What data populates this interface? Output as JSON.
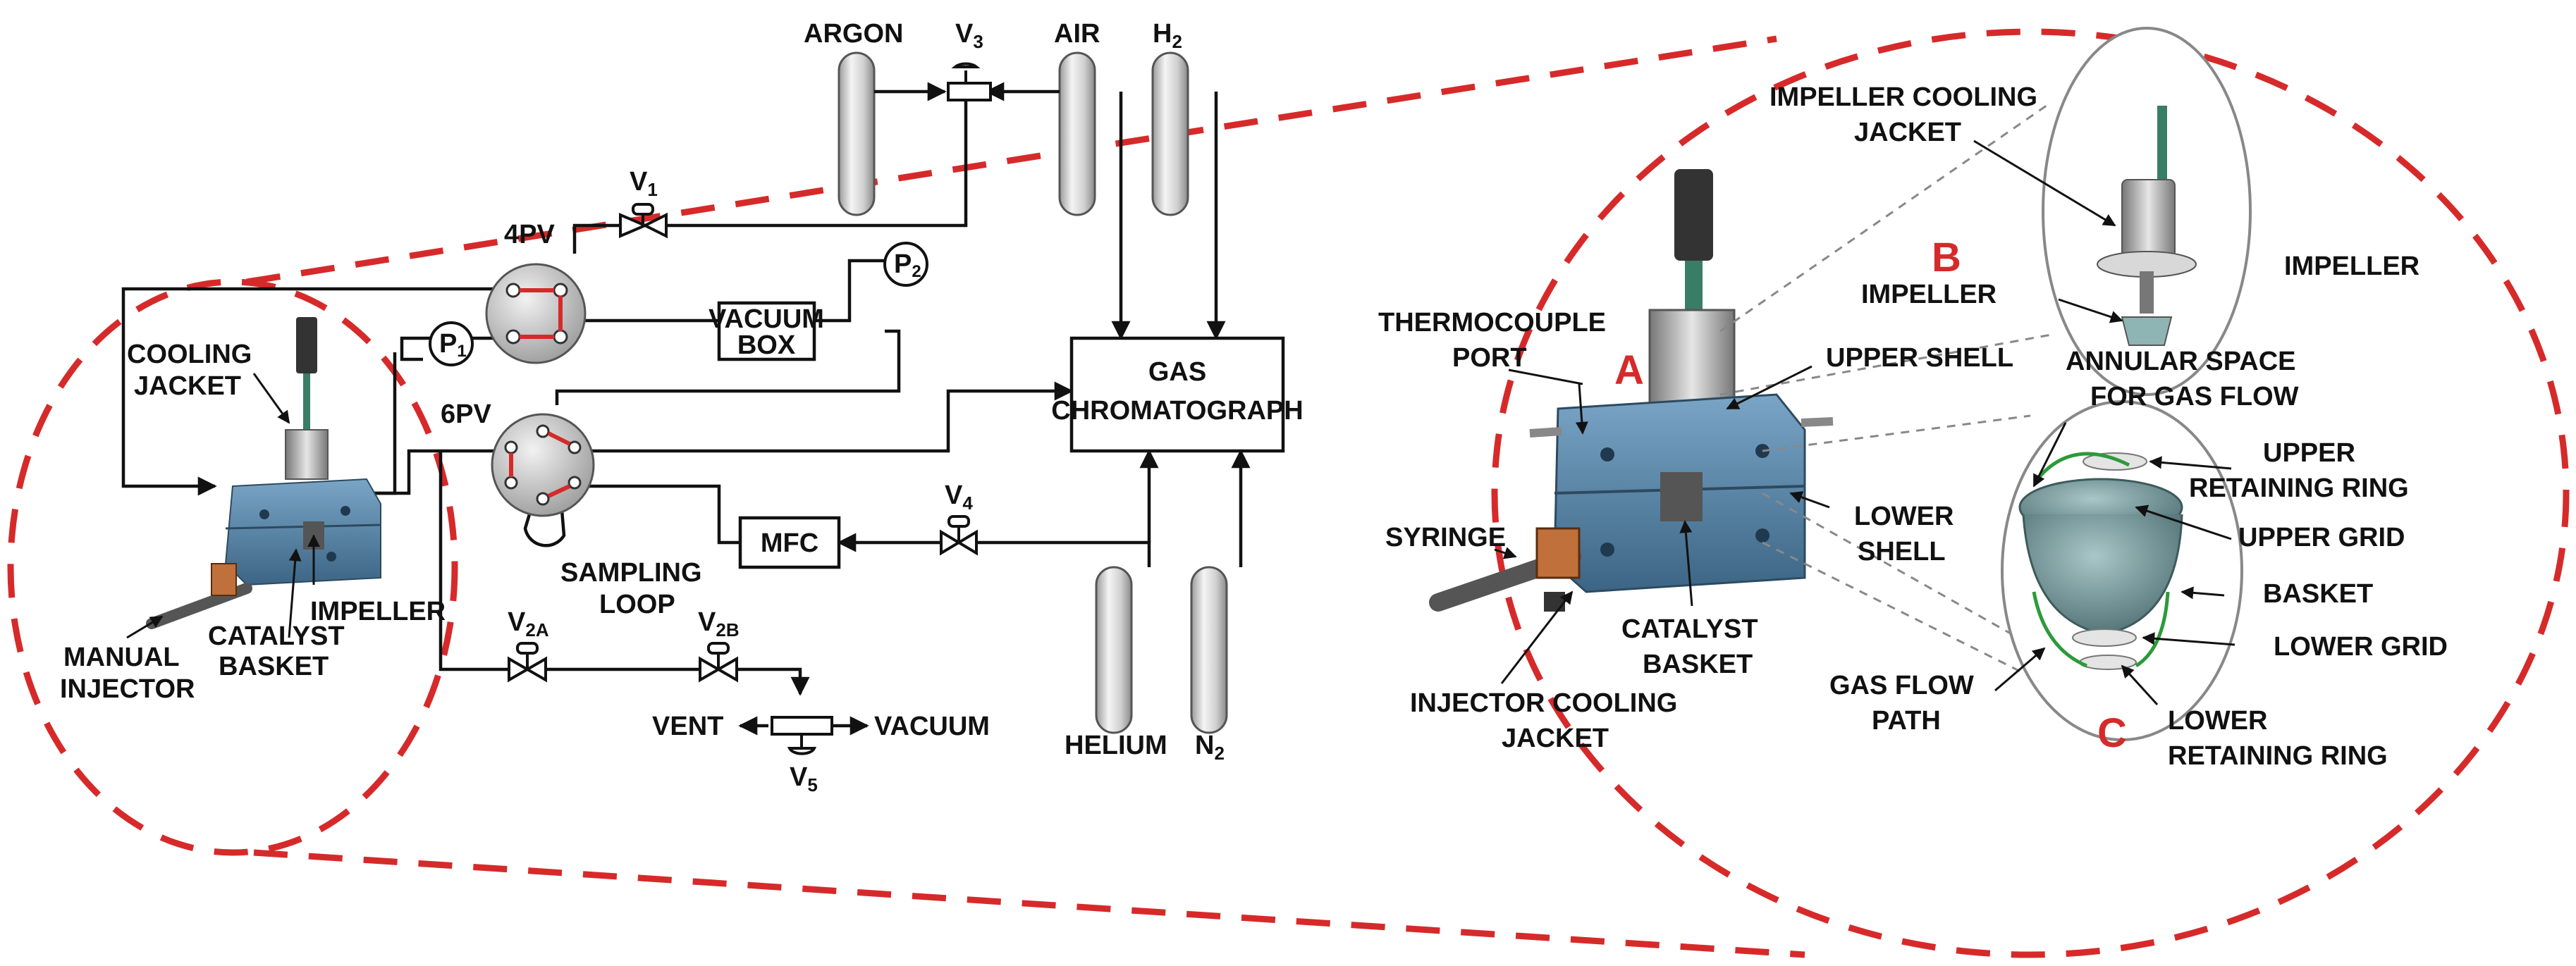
{
  "colors": {
    "dash": "#d62a2a",
    "reactor_blue": "#4b7a9e",
    "accent_red": "#d62a2a",
    "green_path": "#2c9a3a"
  },
  "gases": {
    "argon": "ARGON",
    "air": "AIR",
    "h2": "H",
    "h2_sub": "2",
    "helium": "HELIUM",
    "n2": "N",
    "n2_sub": "2"
  },
  "valves": {
    "v3": "V",
    "v3_sub": "3",
    "v1": "V",
    "v1_sub": "1",
    "v4": "V",
    "v4_sub": "4",
    "v2a": "V",
    "v2a_sub": "2A",
    "v2b": "V",
    "v2b_sub": "2B",
    "v5": "V",
    "v5_sub": "5"
  },
  "gauges": {
    "p1": "P",
    "p1_sub": "1",
    "p2": "P",
    "p2_sub": "2"
  },
  "switching": {
    "four_pv": "4PV",
    "six_pv": "6PV"
  },
  "boxes": {
    "vacuum_box_1": "VACUUM",
    "vacuum_box_2": "BOX",
    "gc_1": "GAS",
    "gc_2": "CHROMATOGRAPH",
    "mfc": "MFC"
  },
  "left_labels": {
    "cooling_1": "COOLING",
    "cooling_2": "JACKET",
    "impeller": "IMPELLER",
    "manual_1": "MANUAL",
    "manual_2": "INJECTOR",
    "catalyst_1": "CATALYST",
    "catalyst_2": "BASKET",
    "sampling_1": "SAMPLING",
    "sampling_2": "LOOP",
    "vent": "VENT",
    "vacuum": "VACUUM"
  },
  "right_labels": {
    "impeller_cooling_1": "IMPELLER COOLING",
    "impeller_cooling_2": "JACKET",
    "impeller_detail": "IMPELLER",
    "impeller_b": "IMPELLER",
    "thermo_1": "THERMOCOUPLE",
    "thermo_2": "PORT",
    "upper_shell": "UPPER SHELL",
    "annular_1": "ANNULAR  SPACE",
    "annular_2": "FOR GAS FLOW",
    "upper_ring_1": "UPPER",
    "upper_ring_2": "RETAINING RING",
    "upper_grid": "UPPER GRID",
    "syringe": "SYRINGE",
    "lower_shell_1": "LOWER",
    "lower_shell_2": "SHELL",
    "basket": "BASKET",
    "catalyst_1": "CATALYST",
    "catalyst_2": "BASKET",
    "lower_grid": "LOWER GRID",
    "gas_flow_1": "GAS FLOW",
    "gas_flow_2": "PATH",
    "injector_1": "INJECTOR COOLING",
    "injector_2": "JACKET",
    "lower_ring_1": "LOWER",
    "lower_ring_2": "RETAINING RING",
    "letter_a": "A",
    "letter_b": "B",
    "letter_c": "C"
  }
}
